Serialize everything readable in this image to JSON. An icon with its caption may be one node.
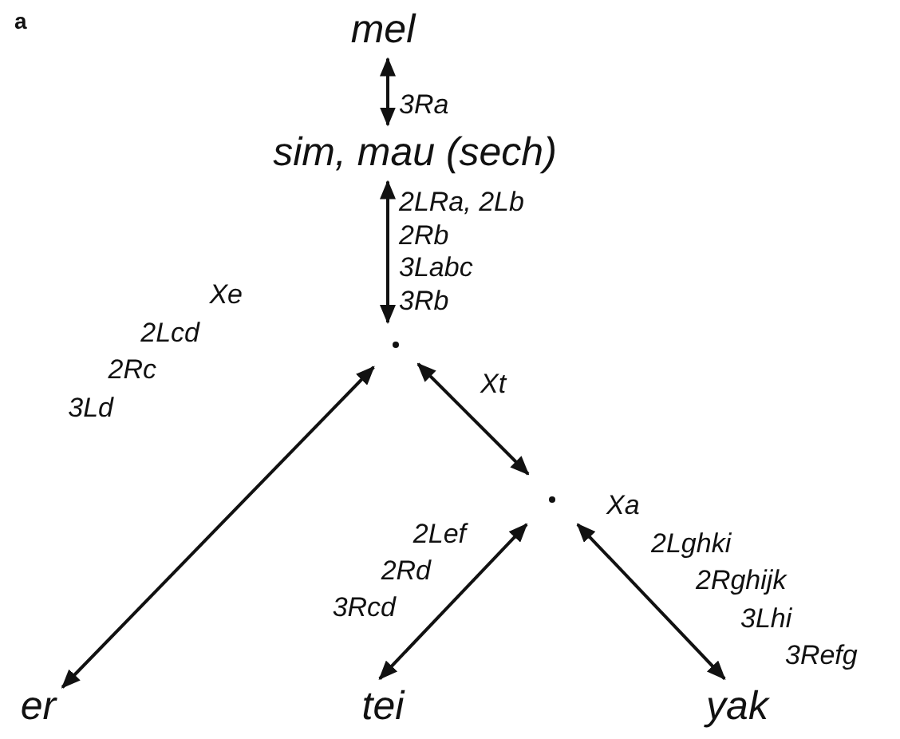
{
  "diagram": {
    "nodes": [
      {
        "text": [
          "mel"
        ]
      },
      {
        "text": [
          "sim, mau (sech)"
        ]
      },
      {
        "text": [],
        "shape": "point"
      },
      {
        "text": [],
        "shape": "point"
      },
      {
        "text": [
          "er"
        ]
      },
      {
        "text": [
          "tei"
        ]
      },
      {
        "text": [
          "yak"
        ]
      }
    ],
    "edges": [
      {
        "from": 0,
        "to": 1,
        "arrow": "both",
        "label": "3Ra"
      },
      {
        "from": 1,
        "to": 2,
        "arrow": "both",
        "label": "2LRa, 2Lb 2Rb 3Labc 3Rb"
      },
      {
        "from": 2,
        "to": 4,
        "arrow": "both",
        "label": "Xe 2Lcd 2Rc 3Ld"
      },
      {
        "from": 2,
        "to": 3,
        "arrow": "both",
        "label": "Xt"
      },
      {
        "from": 3,
        "to": 5,
        "arrow": "both",
        "label": "2Lef 2Rd 3Rcd"
      },
      {
        "from": 3,
        "to": 6,
        "arrow": "both",
        "label": "Xa 2Lghki 2Rghijk 3Lhi 3Refg"
      }
    ],
    "labels": [
      "a"
    ]
  }
}
